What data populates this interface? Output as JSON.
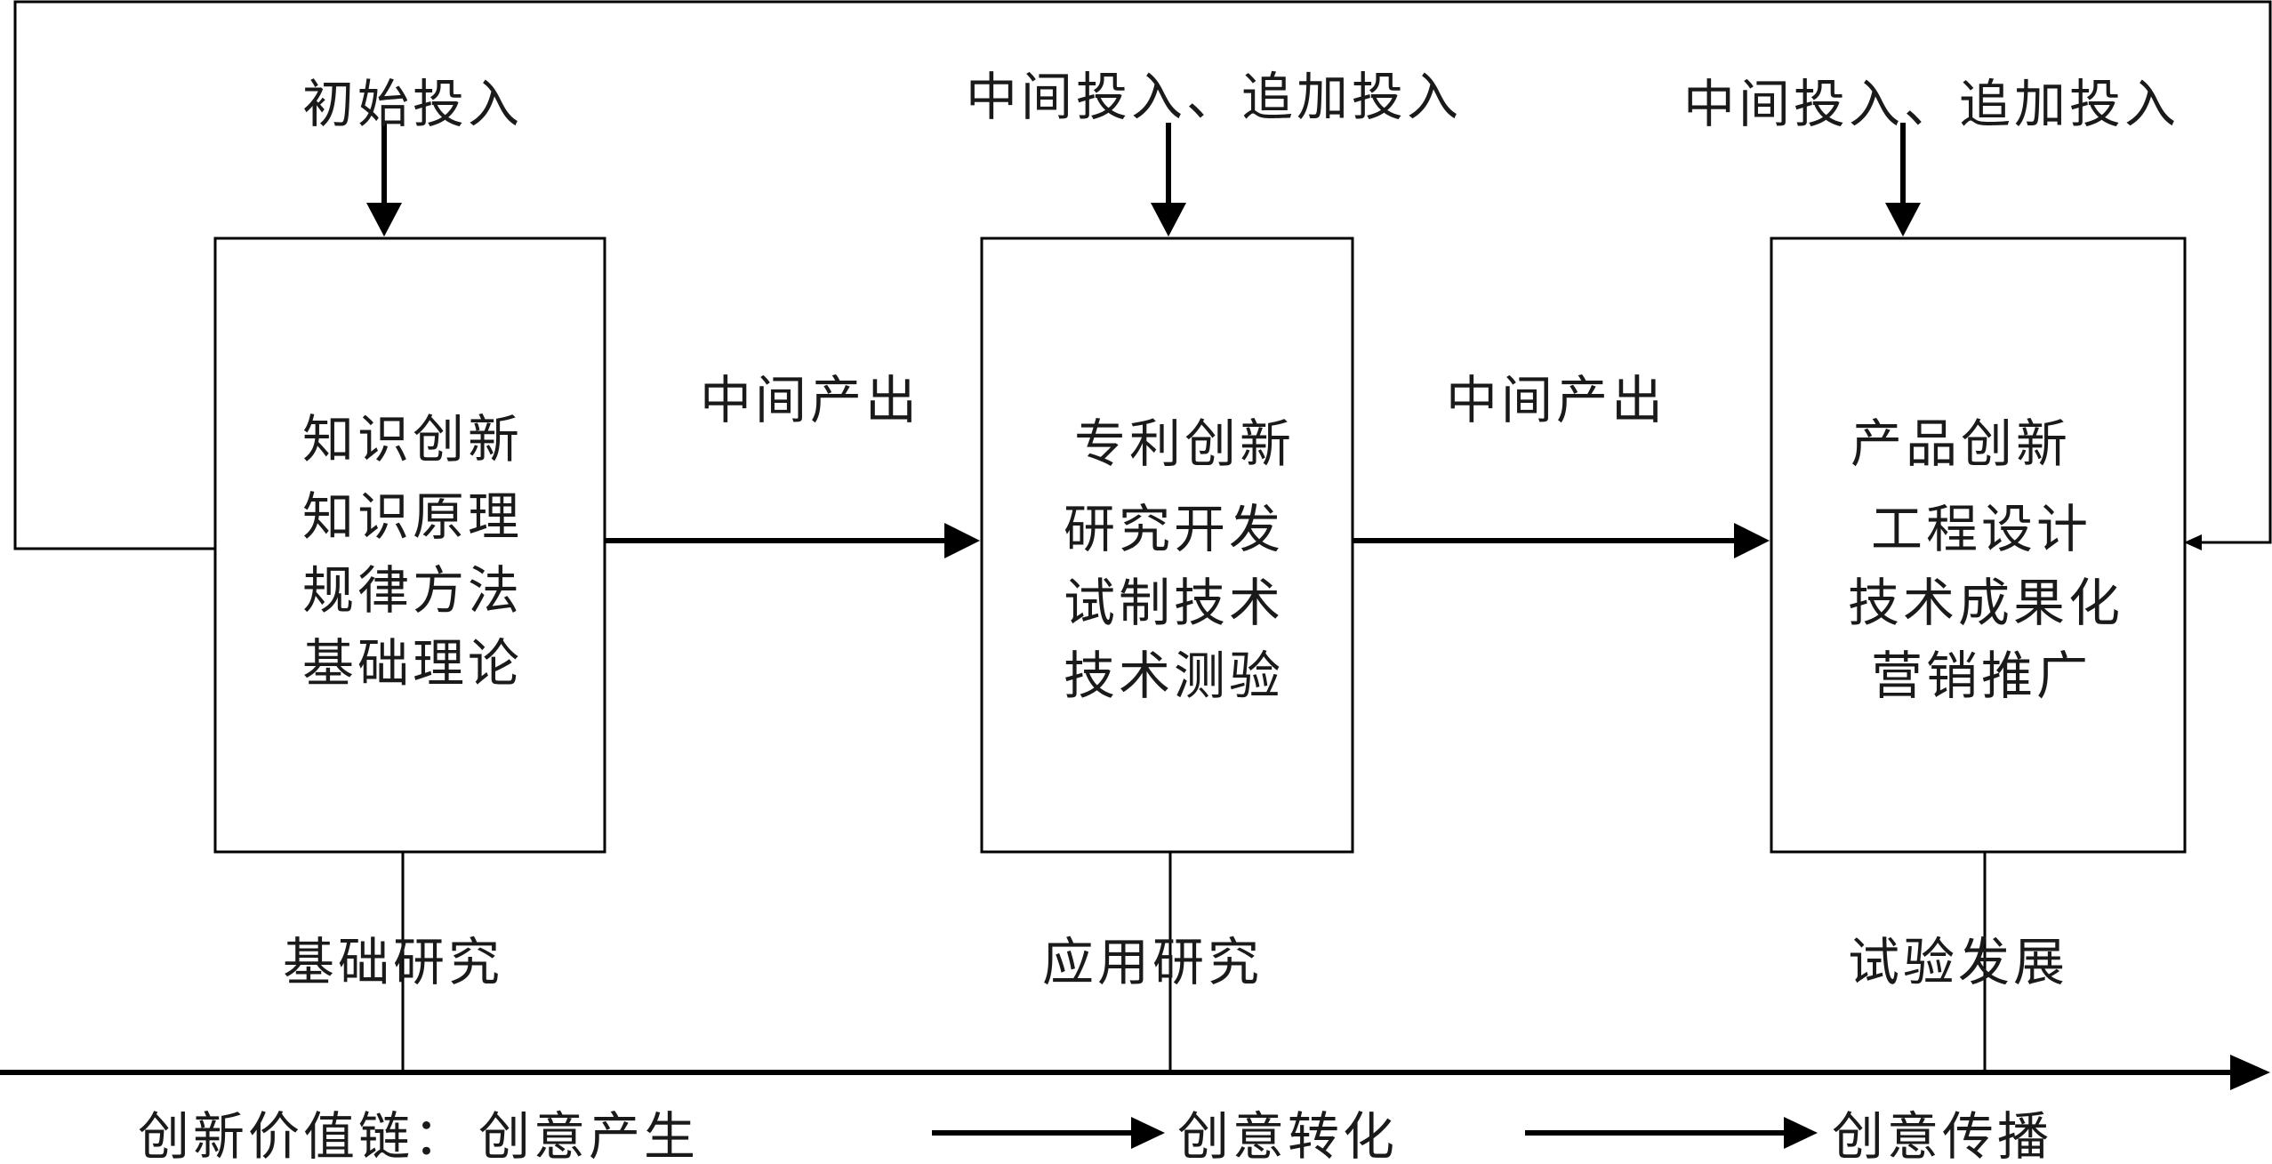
{
  "stages": [
    {
      "input_label": "初始投入",
      "lines": [
        "知识创新",
        "知识原理",
        "规律方法",
        "基础理论"
      ],
      "phase_label": "基础研究"
    },
    {
      "input_label": "中间投入、追加投入",
      "lines": [
        "专利创新",
        "研究开发",
        "试制技术",
        "技术测验"
      ],
      "phase_label": "应用研究"
    },
    {
      "input_label": "中间投入、追加投入",
      "lines": [
        "产品创新",
        "工程设计",
        "技术成果化",
        "营销推广"
      ],
      "phase_label": "试验发展"
    }
  ],
  "intermediate_outputs": [
    "中间产出",
    "中间产出"
  ],
  "value_chain": {
    "prefix": "创新价值链：",
    "steps": [
      "创意产生",
      "创意转化",
      "创意传播"
    ]
  }
}
